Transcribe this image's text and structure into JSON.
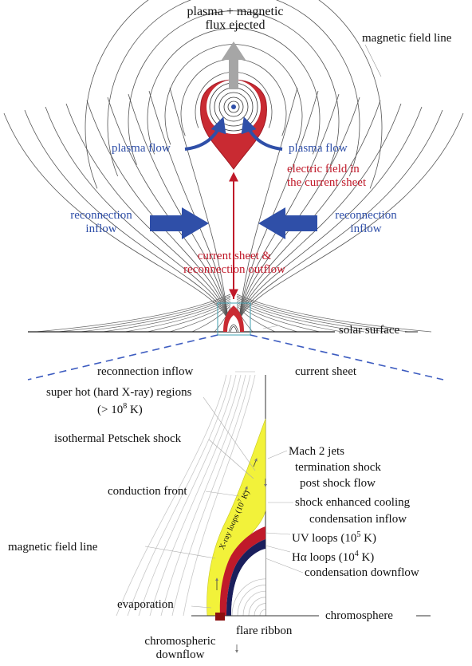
{
  "top": {
    "title_line1": "plasma + magnetic",
    "title_line2": "flux ejected",
    "magnetic_field_line": "magnetic field line",
    "plasma_flow_left": "plasma flow",
    "plasma_flow_right": "plasma flow",
    "electric_field_line1": "electric field  in",
    "electric_field_line2": "the current sheet",
    "reconnection_inflow_left_1": "reconnection",
    "reconnection_inflow_left_2": "inflow",
    "reconnection_inflow_right_1": "reconnection",
    "reconnection_inflow_right_2": "inflow",
    "current_sheet_line1": "current sheet &",
    "current_sheet_line2": "reconnection outflow",
    "solar_surface": "solar surface"
  },
  "bottom": {
    "reconnection_inflow": "reconnection inflow",
    "current_sheet": "current sheet",
    "super_hot_line1": "super hot (hard X-ray) regions",
    "super_hot_line2_pre": "(> 10",
    "super_hot_line2_exp": "8",
    "super_hot_line2_post": " K)",
    "isothermal_shock": "isothermal Petschek shock",
    "mach_jets": "Mach 2 jets",
    "termination_shock": "termination shock",
    "post_shock_flow": "post shock flow",
    "conduction_front": "conduction front",
    "shock_cooling": "shock enhanced cooling",
    "condensation_inflow": "condensation inflow",
    "uv_loops_pre": "UV loops (10",
    "uv_loops_exp": "5",
    "uv_loops_post": " K)",
    "magnetic_field_line": "magnetic field line",
    "xray_loops_pre": "X-ray loops (10",
    "xray_loops_exp": "7",
    "xray_loops_post": " K)",
    "halpha_loops_pre": "Hα loops (10",
    "halpha_loops_exp": "4",
    "halpha_loops_post": " K)",
    "condensation_downflow": "condensation downflow",
    "evaporation": "evaporation",
    "chromosphere": "chromosphere",
    "flare_ribbon": "flare ribbon",
    "chromospheric_line1": "chromospheric",
    "chromospheric_line2": "downflow"
  },
  "colors": {
    "blue": "#2f4fa8",
    "red": "#c01a2a",
    "yellow": "#f2f23a",
    "navy": "#1b1f5c",
    "gray_arrow": "#a6a6a6",
    "field_line": "#555555"
  }
}
